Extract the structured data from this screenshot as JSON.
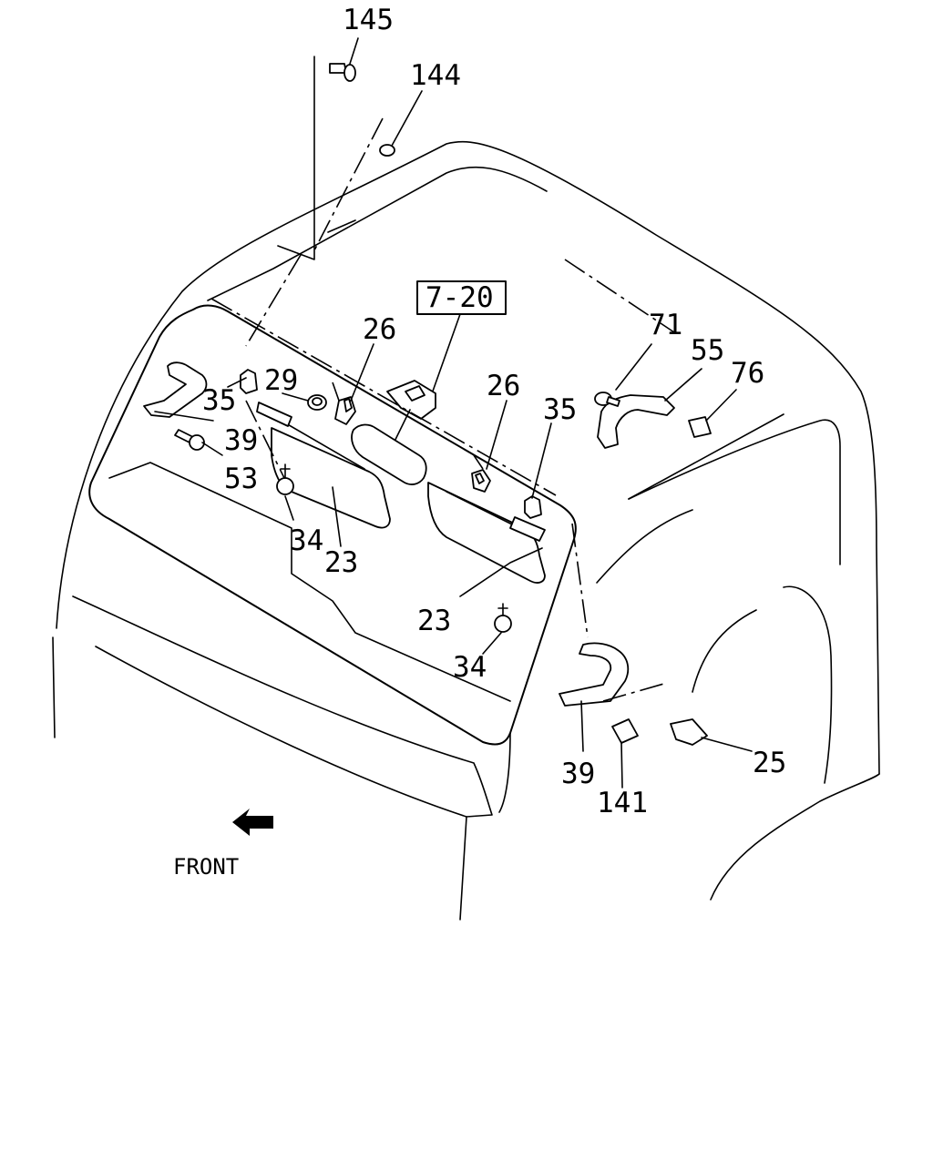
{
  "diagram": {
    "reference_box": "7-20",
    "direction_label": "FRONT",
    "callouts": {
      "c145": "145",
      "c144": "144",
      "c71": "71",
      "c55": "55",
      "c76": "76",
      "c26a": "26",
      "c26b": "26",
      "c29": "29",
      "c35a": "35",
      "c35b": "35",
      "c39a": "39",
      "c39b": "39",
      "c53": "53",
      "c34a": "34",
      "c34b": "34",
      "c23a": "23",
      "c23b": "23",
      "c25": "25",
      "c141": "141"
    }
  }
}
